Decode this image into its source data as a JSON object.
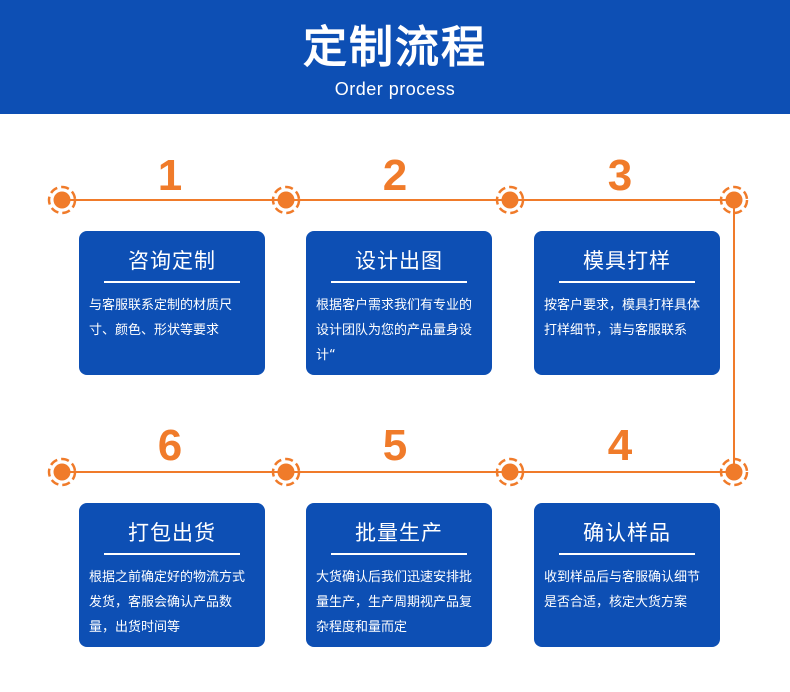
{
  "header": {
    "title": "定制流程",
    "subtitle": "Order process"
  },
  "colors": {
    "primary_blue": "#0d4fb4",
    "accent_orange": "#f07b2a",
    "background": "#ffffff"
  },
  "steps": [
    {
      "number": "1",
      "title": "咨询定制",
      "description": "与客服联系定制的材质尺寸、颜色、形状等要求"
    },
    {
      "number": "2",
      "title": "设计出图",
      "description": "根据客户需求我们有专业的设计团队为您的产品量身设计“"
    },
    {
      "number": "3",
      "title": "模具打样",
      "description": "按客户要求，模具打样具体打样细节，请与客服联系"
    },
    {
      "number": "4",
      "title": "确认样品",
      "description": "收到样品后与客服确认细节是否合适，核定大货方案"
    },
    {
      "number": "5",
      "title": "批量生产",
      "description": "大货确认后我们迅速安排批量生产，生产周期视产品复杂程度和量而定"
    },
    {
      "number": "6",
      "title": "打包出货",
      "description": "根据之前确定好的物流方式发货，客服会确认产品数量，出货时间等"
    }
  ]
}
